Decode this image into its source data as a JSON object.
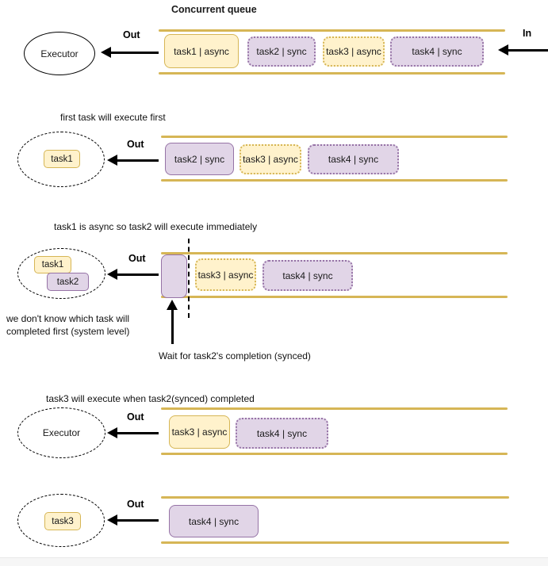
{
  "title": "Concurrent queue",
  "labels": {
    "out": "Out",
    "in": "In"
  },
  "colors": {
    "task_yellow_fill": "#FFF2CC",
    "task_yellow_border": "#D6B656",
    "task_purple_fill": "#E1D5E7",
    "task_purple_border": "#9673A6",
    "queue_rail": "#D6B656",
    "text": "#1a1a1a"
  },
  "steps": [
    {
      "executor": "Executor",
      "tasks": [
        {
          "label": "task1 | async"
        },
        {
          "label": "task2 | sync"
        },
        {
          "label": "task3 | async"
        },
        {
          "label": "task4 | sync"
        }
      ]
    },
    {
      "caption": "first task will execute first",
      "executor_chips": [
        {
          "label": "task1"
        }
      ],
      "tasks": [
        {
          "label": "task2 | sync"
        },
        {
          "label": "task3 | async"
        },
        {
          "label": "task4 | sync"
        }
      ]
    },
    {
      "caption": "task1 is async so task2 will execute immediately",
      "executor_chips": [
        {
          "label": "task1"
        },
        {
          "label": "task2"
        }
      ],
      "tasks": [
        {
          "label": "task3 | async"
        },
        {
          "label": "task4 | sync"
        }
      ],
      "note_line1": "we don't know which task will",
      "note_line2": "completed first (system level)",
      "wait_note": "Wait for task2's completion (synced)"
    },
    {
      "caption": "task3 will execute when task2(synced) completed",
      "executor": "Executor",
      "tasks": [
        {
          "label": "task3 | async"
        },
        {
          "label": "task4 | sync"
        }
      ]
    },
    {
      "executor_chips": [
        {
          "label": "task3"
        }
      ],
      "tasks": [
        {
          "label": "task4 | sync"
        }
      ]
    }
  ]
}
